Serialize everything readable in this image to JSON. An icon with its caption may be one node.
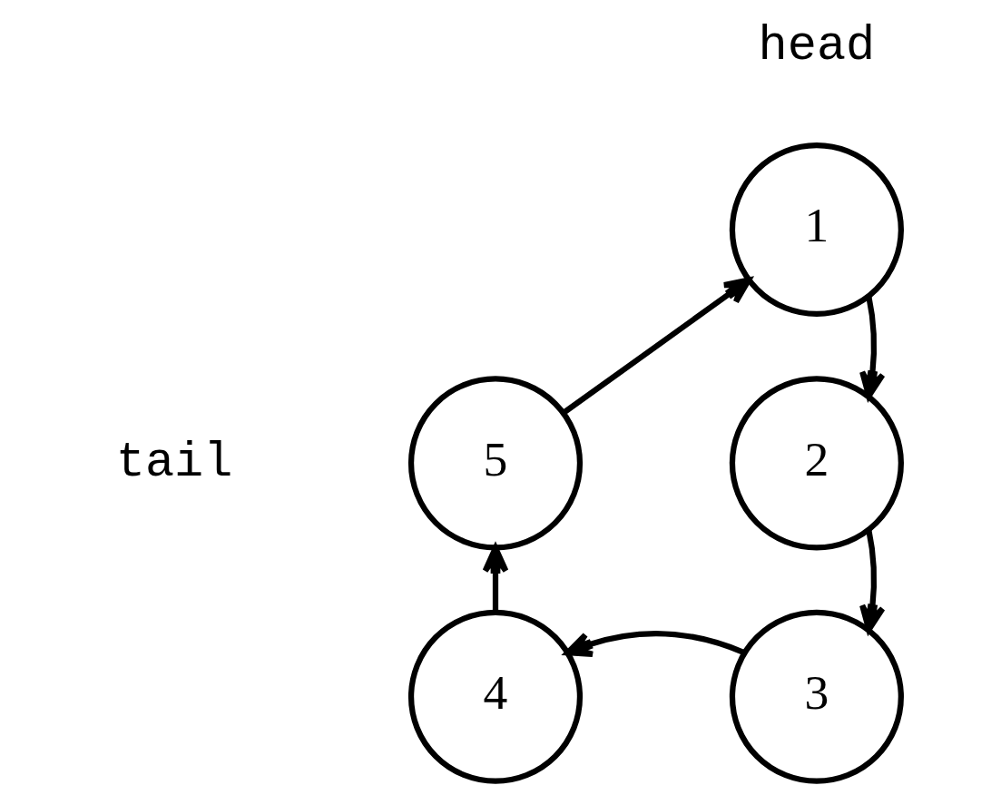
{
  "diagram": {
    "nodes": [
      {
        "text": [
          "1"
        ]
      },
      {
        "text": [
          "2"
        ]
      },
      {
        "text": [
          "3"
        ]
      },
      {
        "text": [
          "4"
        ]
      },
      {
        "text": [
          "5"
        ]
      }
    ],
    "edges": [
      {
        "from": 0,
        "to": 1,
        "arrow": "to"
      },
      {
        "from": 1,
        "to": 2,
        "arrow": "to"
      },
      {
        "from": 2,
        "to": 3,
        "arrow": "to"
      },
      {
        "from": 3,
        "to": 4,
        "arrow": "to"
      },
      {
        "from": 4,
        "to": 0,
        "arrow": "to"
      }
    ],
    "labels": [
      "head",
      "tail"
    ]
  }
}
